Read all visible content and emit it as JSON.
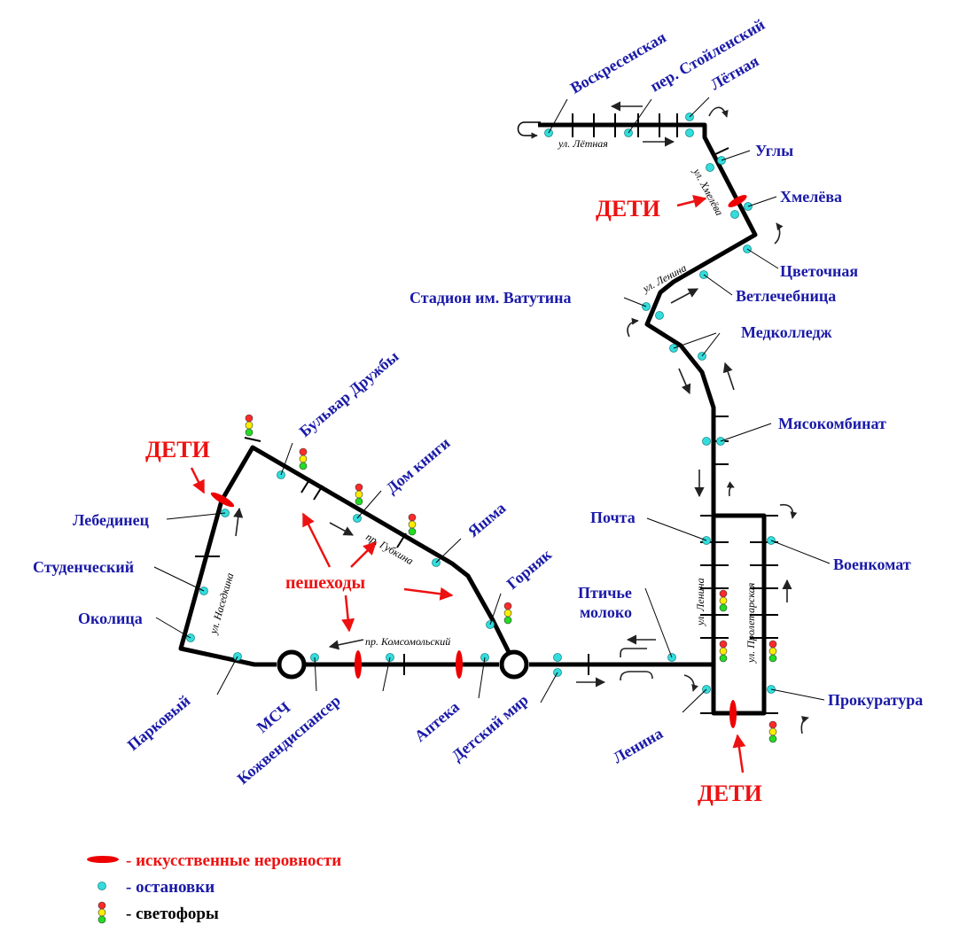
{
  "colors": {
    "route": "#000000",
    "stop": "#33dddd",
    "bump": "#ee0000",
    "label": "#1a1aa8",
    "warning": "#ee1111",
    "light_red": "#ff2a2a",
    "light_yellow": "#ffee00",
    "light_green": "#22dd22"
  },
  "stops": {
    "voskresenskaya": "Воскресенская",
    "per_stoylensky": "пер. Стойленский",
    "letnaya": "Лётная",
    "ugly": "Углы",
    "khmeleva": "Хмелёва",
    "tsvetochnaya": "Цветочная",
    "vetlechebnitsa": "Ветлечебница",
    "stadion": "Стадион им. Ватутина",
    "medkolledzh": "Медколледж",
    "myasokombinat": "Мясокомбинат",
    "pochta": "Почта",
    "voenkomat": "Военкомат",
    "ptichye_line1": "Птичье",
    "ptichye_line2": "молоко",
    "prokuratura": "Прокуратура",
    "lenina": "Ленина",
    "detsky_mir": "Детский мир",
    "apteka": "Аптека",
    "kozhvendispanser": "Кожвендиспансер",
    "msch": "МСЧ",
    "parkovy": "Парковый",
    "okolitsa": "Околица",
    "studenchesky": "Студенческий",
    "lebedinets": "Лебединец",
    "bulvar_druzhby": "Бульвар Дружбы",
    "dom_knigi": "Дом книги",
    "yashma": "Яшма",
    "gornyak": "Горняк"
  },
  "streets": {
    "letnaya": "ул. Лётная",
    "khmeleva": "ул. Хмелёва",
    "lenina_upper": "ул. Ленина",
    "lenina_lower": "ул. Ленина",
    "proletarskaya": "ул. Пролетарская",
    "gubkina": "пр. Губкина",
    "komsomolsky": "пр. Комсомольский",
    "nasedkina": "ул. Наседкина"
  },
  "warnings": {
    "children_top": "ДЕТИ",
    "children_left": "ДЕТИ",
    "children_bottom": "ДЕТИ",
    "pedestrians": "пешеходы"
  },
  "legend": {
    "bumps": "- искусственные неровности",
    "stops": "- остановки",
    "lights": "- светофоры"
  }
}
